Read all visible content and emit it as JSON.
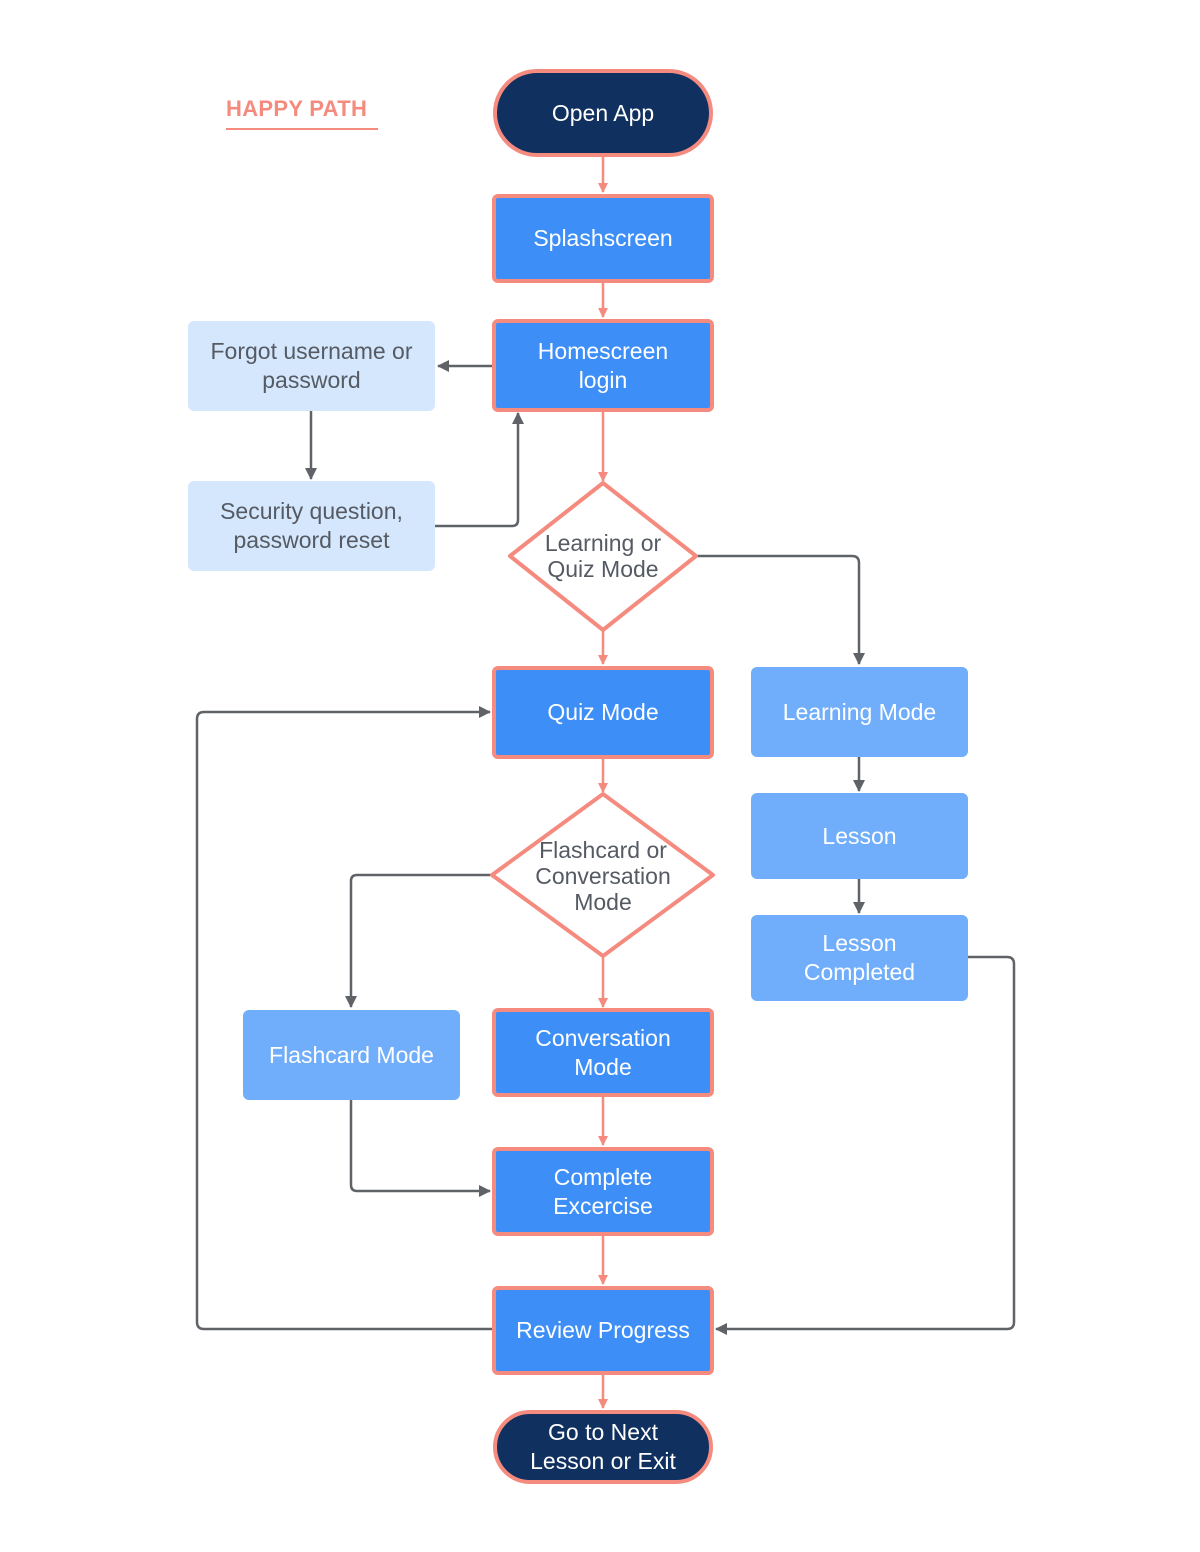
{
  "legend": {
    "title": "HAPPY PATH"
  },
  "nodes": {
    "open_app": "Open App",
    "splashscreen": "Splashscreen",
    "homescreen_login": "Homescreen\nlogin",
    "forgot_credentials": "Forgot username or\npassword",
    "security_question": "Security question,\npassword reset",
    "learning_or_quiz": "Learning or\nQuiz Mode",
    "quiz_mode": "Quiz Mode",
    "learning_mode": "Learning Mode",
    "lesson": "Lesson",
    "lesson_completed": "Lesson\nCompleted",
    "flashcard_or_conversation": "Flashcard or\nConversation\nMode",
    "flashcard_mode": "Flashcard Mode",
    "conversation_mode": "Conversation\nMode",
    "complete_exercise": "Complete\nExcercise",
    "review_progress": "Review Progress",
    "next_or_exit": "Go to Next\nLesson or Exit"
  },
  "colors": {
    "happy_path_accent": "#f58b7f",
    "terminal_fill": "#10305f",
    "primary_fill": "#3d8ff7",
    "secondary_fill": "#70aefb",
    "recovery_fill": "#d5e7fd",
    "secondary_connector": "#5f6368"
  }
}
